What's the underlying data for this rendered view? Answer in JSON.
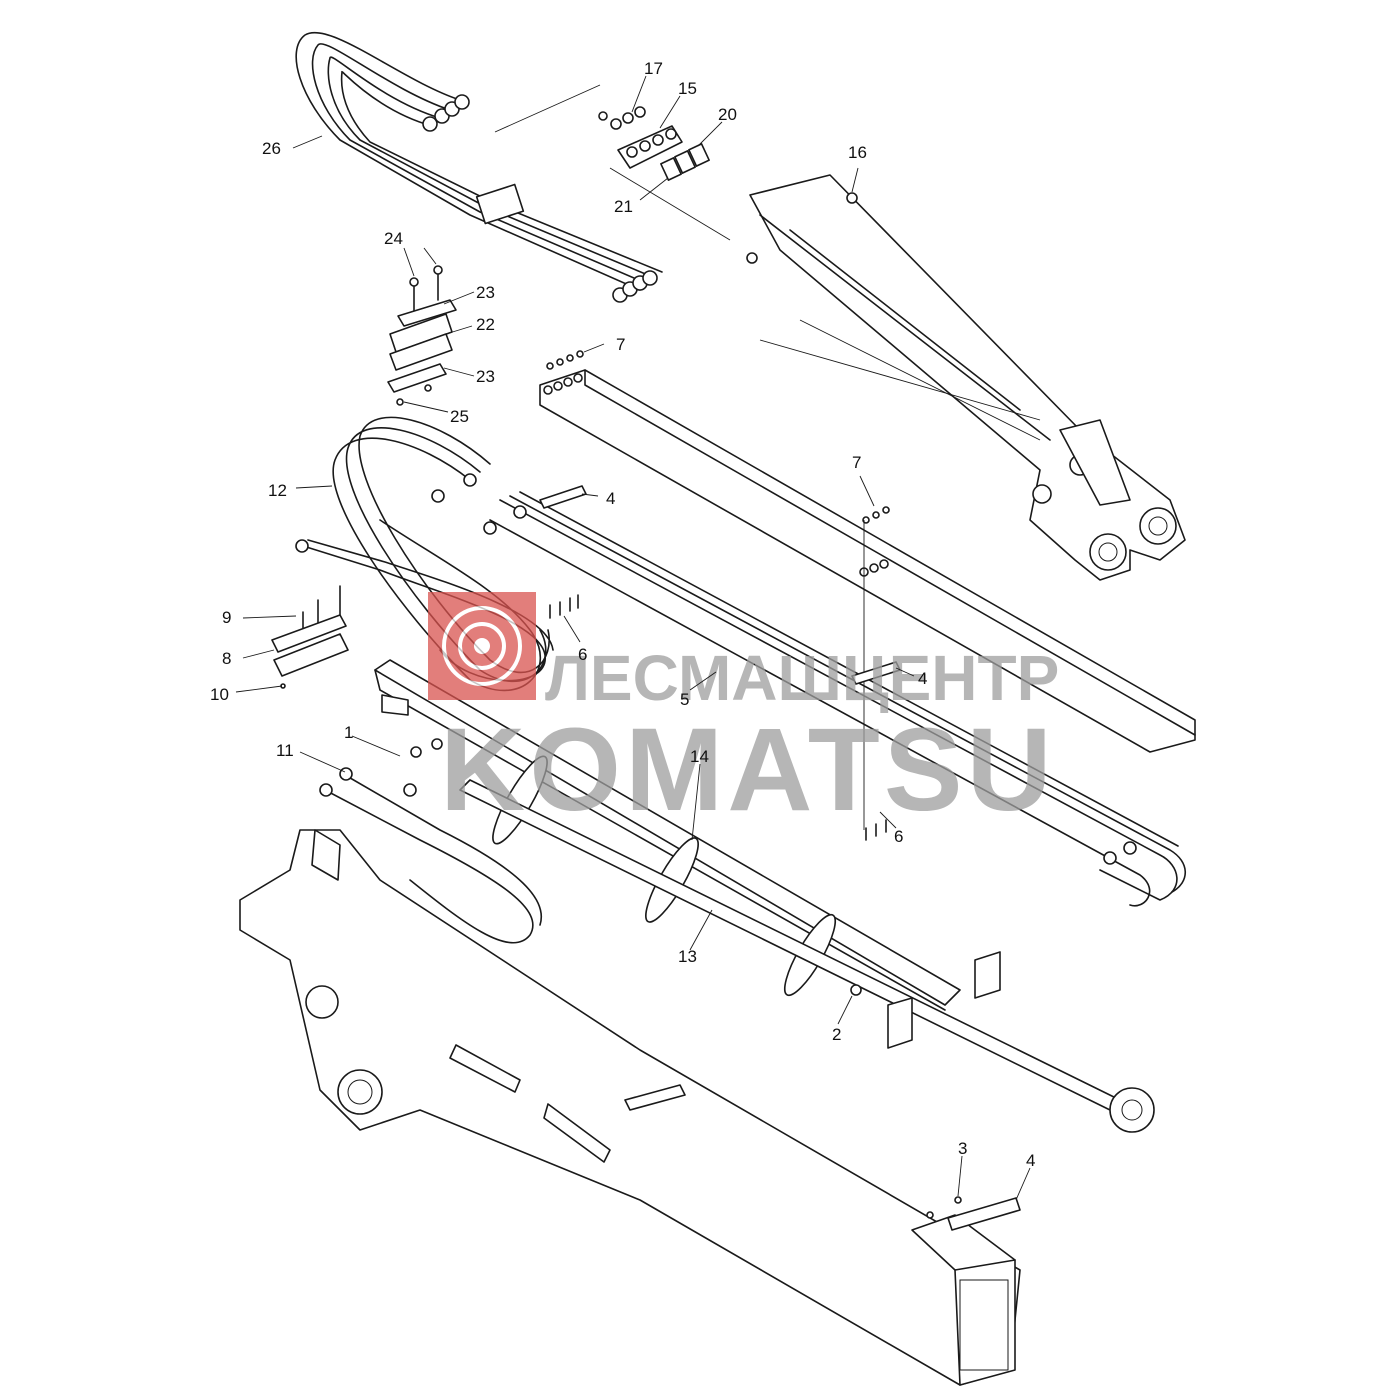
{
  "callouts": [
    {
      "id": "c17",
      "label": "17"
    },
    {
      "id": "c15",
      "label": "15"
    },
    {
      "id": "c20",
      "label": "20"
    },
    {
      "id": "c16",
      "label": "16"
    },
    {
      "id": "c26",
      "label": "26"
    },
    {
      "id": "c21",
      "label": "21"
    },
    {
      "id": "c24",
      "label": "24"
    },
    {
      "id": "c23a",
      "label": "23"
    },
    {
      "id": "c22",
      "label": "22"
    },
    {
      "id": "c7a",
      "label": "7"
    },
    {
      "id": "c23b",
      "label": "23"
    },
    {
      "id": "c25",
      "label": "25"
    },
    {
      "id": "c7b",
      "label": "7"
    },
    {
      "id": "c12",
      "label": "12"
    },
    {
      "id": "c4a",
      "label": "4"
    },
    {
      "id": "c9",
      "label": "9"
    },
    {
      "id": "c6a",
      "label": "6"
    },
    {
      "id": "c8",
      "label": "8"
    },
    {
      "id": "c4b",
      "label": "4"
    },
    {
      "id": "c10",
      "label": "10"
    },
    {
      "id": "c5",
      "label": "5"
    },
    {
      "id": "c1",
      "label": "1"
    },
    {
      "id": "c11",
      "label": "11"
    },
    {
      "id": "c14",
      "label": "14"
    },
    {
      "id": "c6b",
      "label": "6"
    },
    {
      "id": "c13",
      "label": "13"
    },
    {
      "id": "c2",
      "label": "2"
    },
    {
      "id": "c3",
      "label": "3"
    },
    {
      "id": "c4c",
      "label": "4"
    }
  ],
  "watermark": {
    "line1": "ЛЕСМАШЦЕНТР",
    "line2": "KOMATSU",
    "logo_color": "#d9534f",
    "text_color": "#9e9e9e"
  },
  "colors": {
    "ink": "#1a1a1a",
    "background": "#ffffff"
  }
}
